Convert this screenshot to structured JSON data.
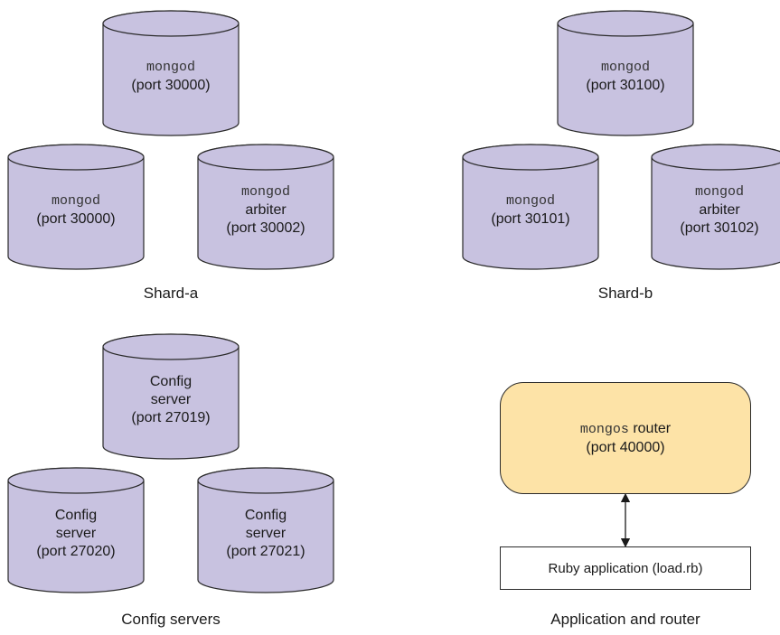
{
  "colors": {
    "cylinder_fill": "#c8c2e0",
    "router_fill": "#fde3a7",
    "stroke": "#2a2a2a"
  },
  "shard_a": {
    "label": "Shard-a",
    "top": {
      "line1": "mongod",
      "line2": "(port 30000)"
    },
    "left": {
      "line1": "mongod",
      "line2": "(port 30000)"
    },
    "right": {
      "line1": "mongod",
      "line2": "arbiter",
      "line3": "(port 30002)"
    }
  },
  "shard_b": {
    "label": "Shard-b",
    "top": {
      "line1": "mongod",
      "line2": "(port 30100)"
    },
    "left": {
      "line1": "mongod",
      "line2": "(port 30101)"
    },
    "right": {
      "line1": "mongod",
      "line2": "arbiter",
      "line3": "(port 30102)"
    }
  },
  "config": {
    "label": "Config servers",
    "top": {
      "line1": "Config",
      "line2": "server",
      "line3": "(port 27019)"
    },
    "left": {
      "line1": "Config",
      "line2": "server",
      "line3": "(port 27020)"
    },
    "right": {
      "line1": "Config",
      "line2": "server",
      "line3": "(port 27021)"
    }
  },
  "router": {
    "label": "Application and router",
    "mono": "mongos",
    "word": " router",
    "port": "(port 40000)",
    "app": "Ruby application (load.rb)"
  }
}
